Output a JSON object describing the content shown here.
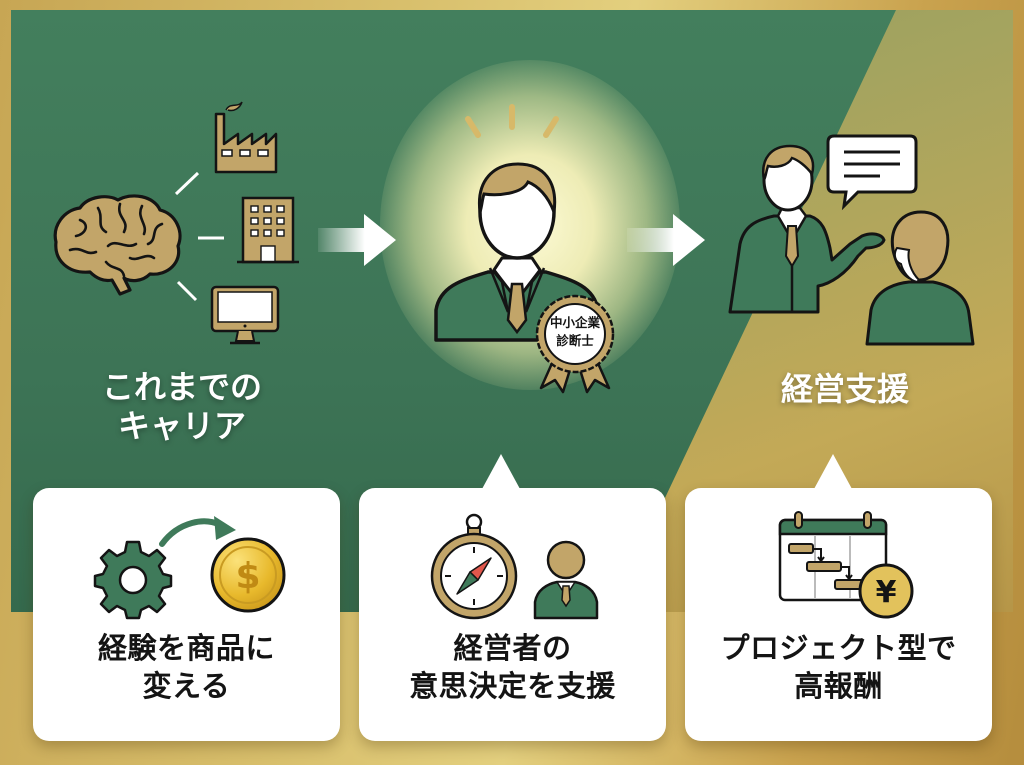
{
  "colors": {
    "green": "#3f7a5a",
    "gold": "#c9a95a",
    "tan": "#c2a569",
    "white": "#ffffff",
    "ink": "#141414",
    "compass_red": "#e2574c"
  },
  "stages": [
    {
      "id": "career",
      "label_lines": [
        "これまでの",
        "キャリア"
      ],
      "icons": [
        "brain-icon",
        "factory-icon",
        "office-building-icon",
        "monitor-icon"
      ]
    },
    {
      "id": "consultant",
      "badge_lines": [
        "中小企業",
        "診断士"
      ],
      "icons": [
        "consultant-person-icon",
        "certification-badge-icon"
      ]
    },
    {
      "id": "management-support",
      "label": "経営支援",
      "icons": [
        "presenting-consultant-icon",
        "speech-bubble-icon",
        "client-person-icon"
      ]
    }
  ],
  "arrows": [
    "arrow-right-icon",
    "arrow-right-icon"
  ],
  "cards": [
    {
      "lines": [
        "経験を商品に",
        "変える"
      ],
      "icons": [
        "gear-icon",
        "curved-arrow-icon",
        "dollar-coin-icon"
      ]
    },
    {
      "lines": [
        "経営者の",
        "意思決定を支援"
      ],
      "icons": [
        "compass-icon",
        "business-person-icon"
      ]
    },
    {
      "lines": [
        "プロジェクト型で",
        "高報酬"
      ],
      "icons": [
        "gantt-calendar-icon",
        "yen-coin-icon"
      ],
      "coin_symbol": "¥"
    }
  ],
  "coin_symbols": {
    "dollar": "$",
    "yen": "¥"
  }
}
